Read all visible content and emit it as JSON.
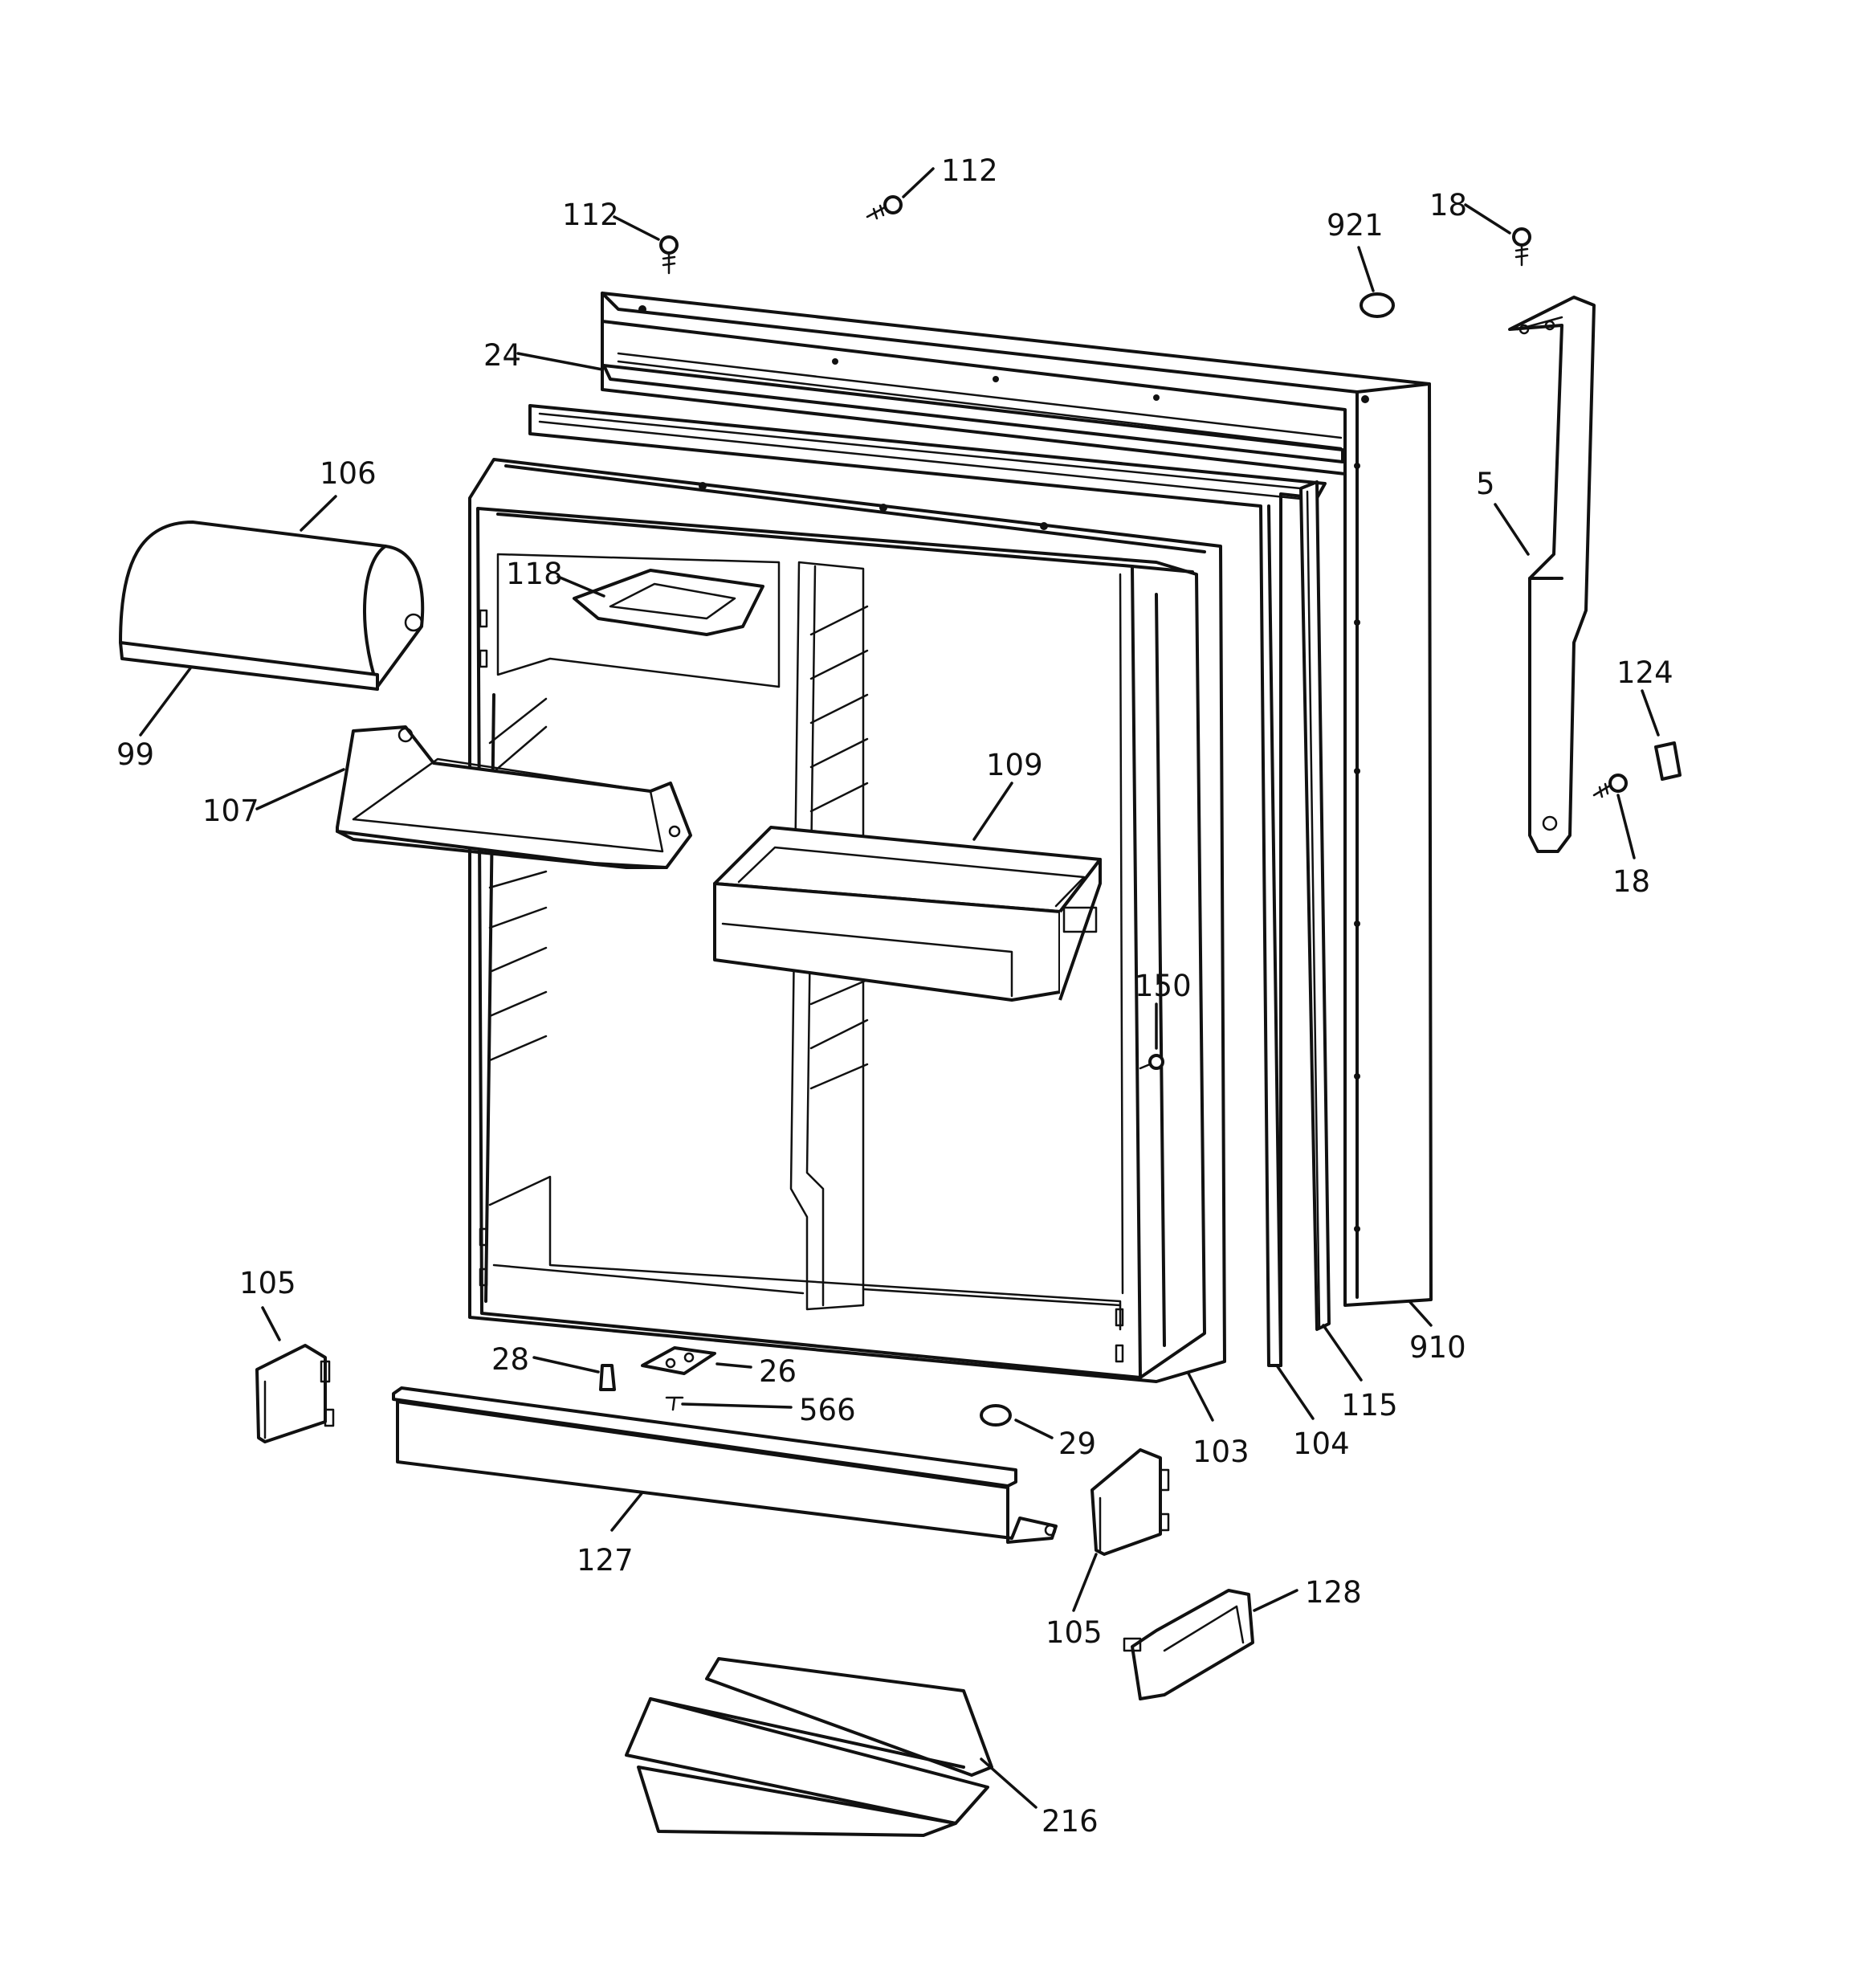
{
  "labels": {
    "l112a": "112",
    "l112b": "112",
    "l921": "921",
    "l18a": "18",
    "l24": "24",
    "l5": "5",
    "l106": "106",
    "l118": "118",
    "l99": "99",
    "l107": "107",
    "l124": "124",
    "l109": "109",
    "l18b": "18",
    "l150": "150",
    "l105a": "105",
    "l28": "28",
    "l26": "26",
    "l566": "566",
    "l29": "29",
    "l103": "103",
    "l104": "104",
    "l115": "115",
    "l910": "910",
    "l127": "127",
    "l105b": "105",
    "l128": "128",
    "l216": "216"
  }
}
